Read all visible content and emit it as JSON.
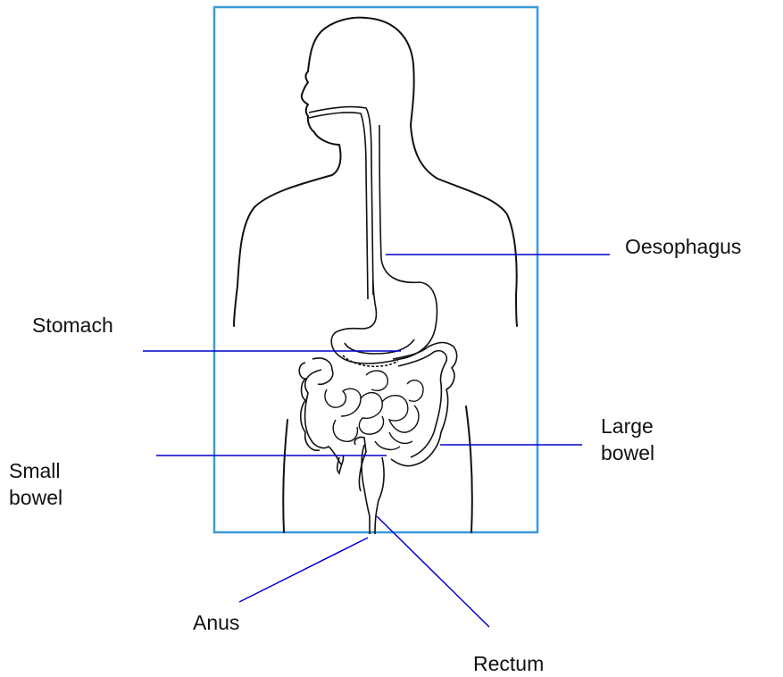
{
  "labels": {
    "oesophagus": "Oesophagus",
    "stomach": "Stomach",
    "large_bowel": [
      "Large",
      "bowel"
    ],
    "small_bowel": [
      "Small",
      "bowel"
    ],
    "anus": "Anus",
    "rectum": "Rectum"
  },
  "colors": {
    "frame": "#3a9ad9",
    "leader_line": "#0000cc",
    "outline": "#111111",
    "text": "#111111"
  }
}
